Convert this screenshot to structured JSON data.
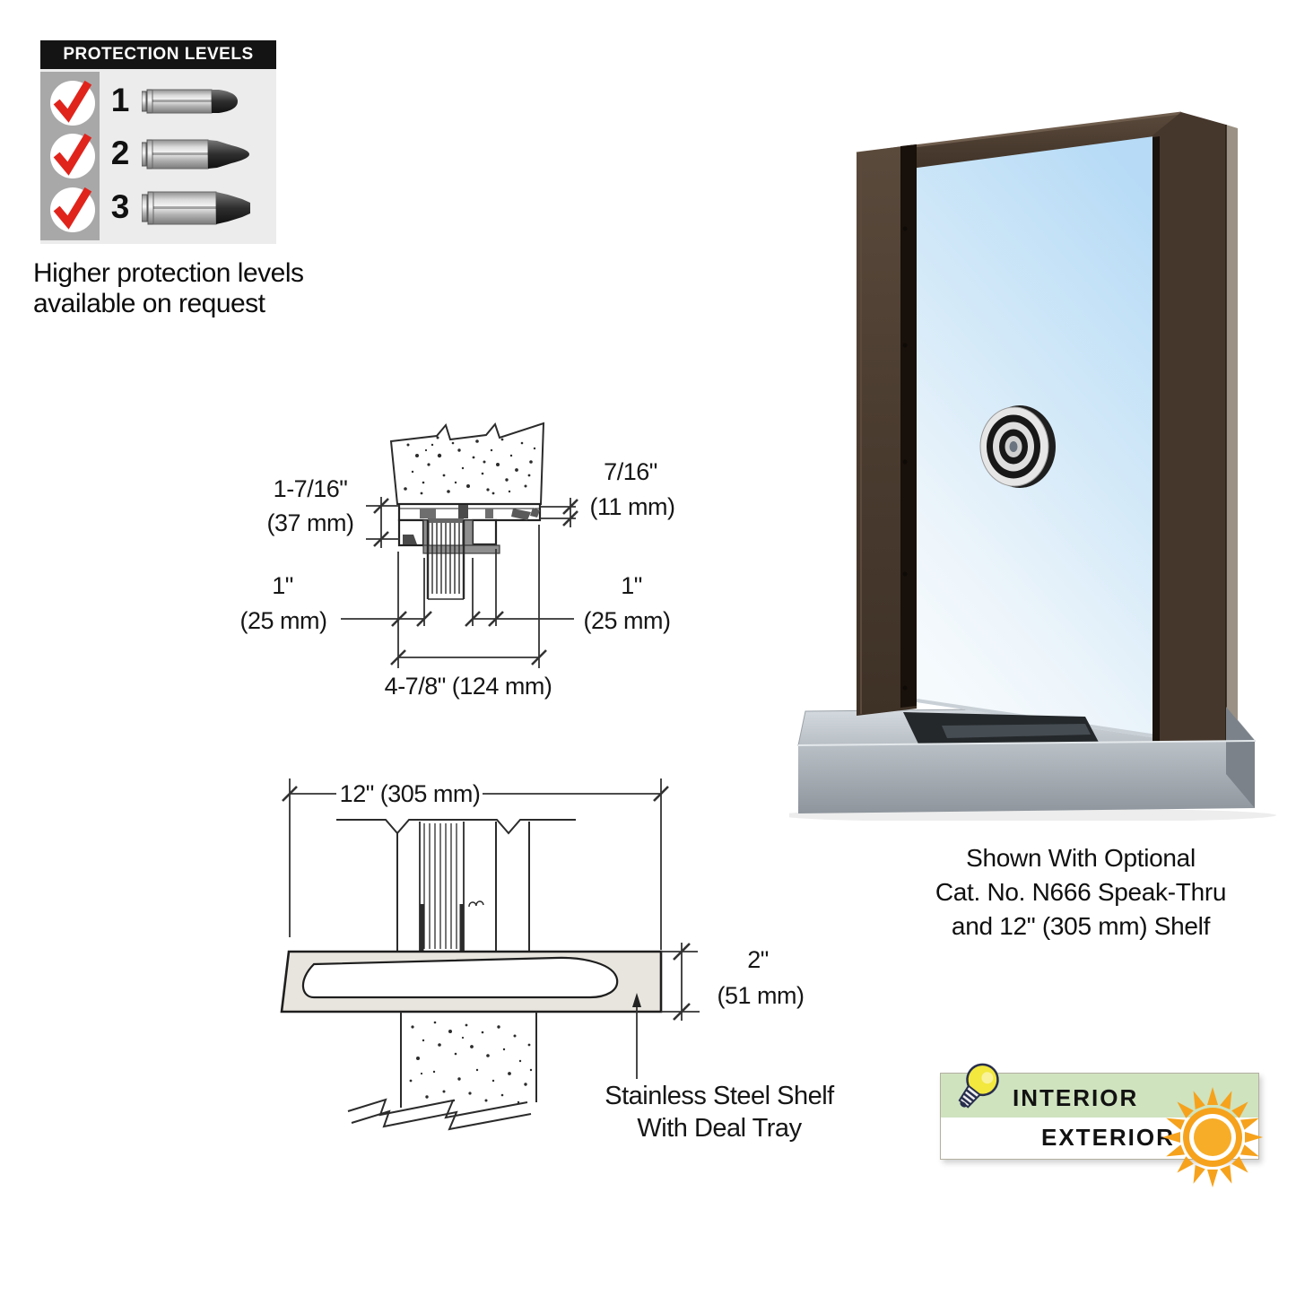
{
  "protection_panel": {
    "title": "PROTECTION LEVELS",
    "levels": [
      {
        "label": "1",
        "ammo_icon": "small-round-nose-cartridge"
      },
      {
        "label": "2",
        "ammo_icon": "medium-cone-nose-cartridge"
      },
      {
        "label": "3",
        "ammo_icon": "large-flat-nose-cartridge"
      }
    ],
    "note_line1": "Higher protection levels",
    "note_line2": "available on request",
    "check_color": "#e0241c",
    "column_color": "#a8a8a8"
  },
  "head_drawing": {
    "dim_head_height": "1-7/16\"",
    "dim_head_height_mm": "(37 mm)",
    "dim_bite": "7/16\"",
    "dim_bite_mm": "(11 mm)",
    "dim_left_inset": "1\"",
    "dim_left_inset_mm": "(25 mm)",
    "dim_right_inset": "1\"",
    "dim_right_inset_mm": "(25 mm)",
    "dim_frame_depth": "4-7/8\" (124 mm)"
  },
  "shelf_drawing": {
    "dim_width": "12\" (305 mm)",
    "dim_thickness": "2\"",
    "dim_thickness_mm": "(51 mm)",
    "label_line1": "Stainless Steel Shelf",
    "label_line2": "With Deal Tray"
  },
  "window_render": {
    "caption_line1": "Shown With Optional",
    "caption_line2": "Cat. No. N666 Speak-Thru",
    "caption_line3": "and 12\" (305 mm) Shelf",
    "frame_color": "#4a3a2e",
    "glass_color": "#bedcf5",
    "shelf_color": "#b9c0c6",
    "speak_thru_icon": "concentric-ring-speak-thru"
  },
  "orientation_badge": {
    "interior_label": "INTERIOR",
    "exterior_label": "EXTERIOR",
    "interior_bg": "#cfe3bf",
    "exterior_bg": "#ffffff",
    "sun_color": "#f6a21c",
    "bulb_color": "#f2e83e"
  }
}
